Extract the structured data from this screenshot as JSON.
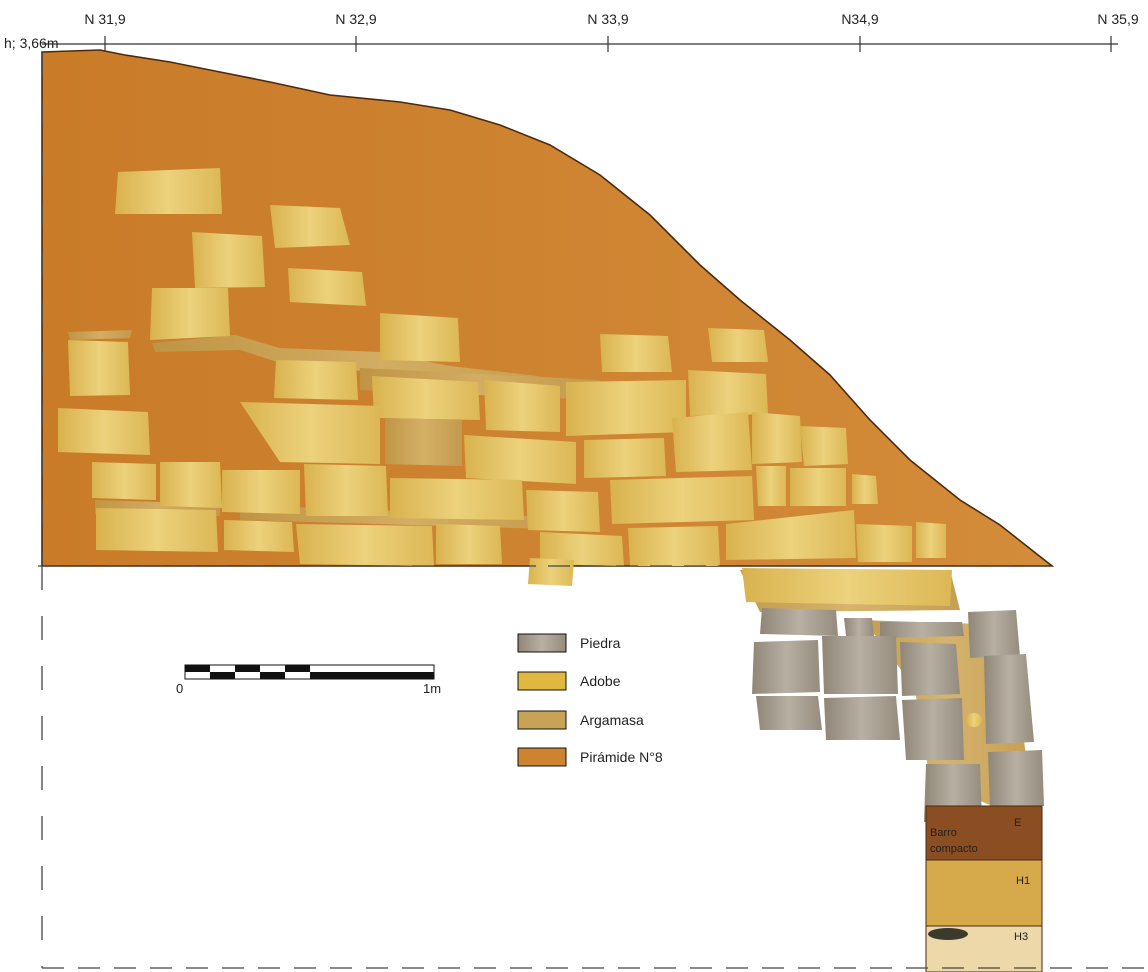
{
  "header": {
    "height_label": "h; 3,66m",
    "ticks": [
      "N 31,9",
      "N 32,9",
      "N 33,9",
      "N34,9",
      "N 35,9"
    ]
  },
  "colors": {
    "piedra": "#a39b8c",
    "adobe": "#e3c062",
    "argamasa": "#c8a256",
    "piramide": "#cd8330",
    "barro_compacto": "#8a4e22",
    "h1": "#d6aa4b",
    "h3": "#ecd8a9",
    "outline": "#4a2a10"
  },
  "legend": [
    {
      "label": "Piedra",
      "color_key": "piedra"
    },
    {
      "label": "Adobe",
      "color_key": "adobe"
    },
    {
      "label": "Argamasa",
      "color_key": "argamasa"
    },
    {
      "label": "Pirámide N°8",
      "color_key": "piramide"
    }
  ],
  "scale_bar": {
    "start_label": "0",
    "end_label": "1m"
  },
  "column_labels": {
    "e": "E",
    "barro_line1": "Barro",
    "barro_line2": "compacto",
    "h1": "H1",
    "h3": "H3"
  }
}
